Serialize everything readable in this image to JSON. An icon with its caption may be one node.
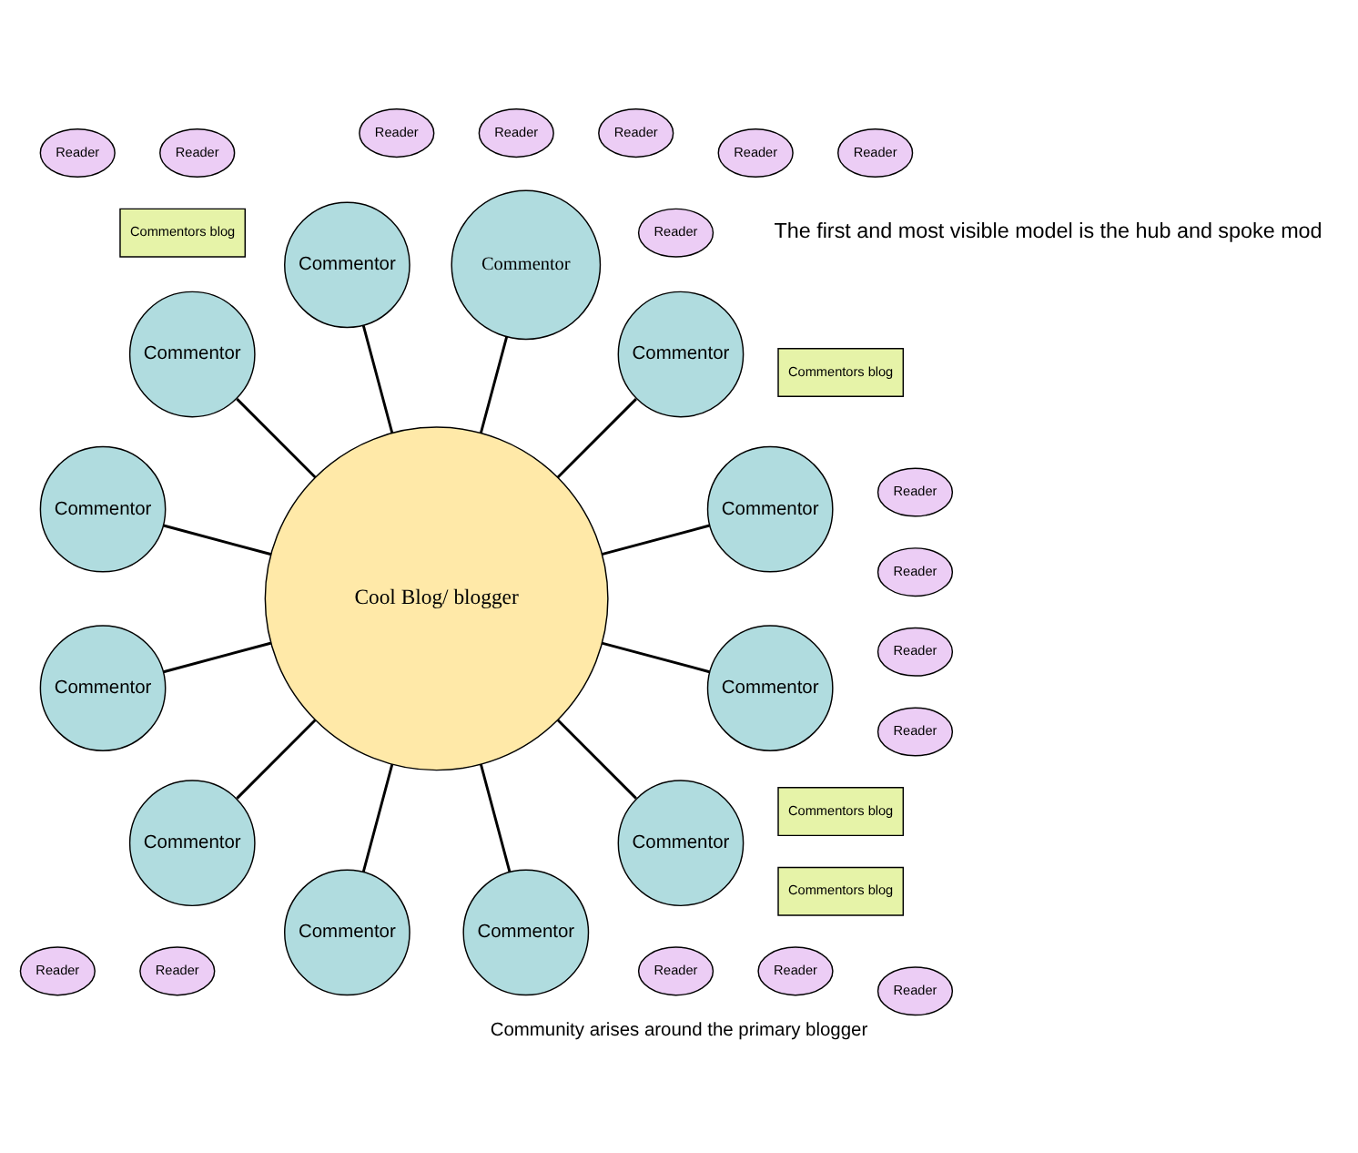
{
  "diagram": {
    "caption": "Community arises around the primary blogger",
    "nodes": [
      {
        "text": [
          "Cool Blog/ blogger"
        ]
      },
      {
        "text": [
          "Commentor"
        ]
      },
      {
        "text": [
          "Commentor"
        ]
      },
      {
        "text": [
          "Commentor"
        ]
      },
      {
        "text": [
          "Commentor"
        ]
      },
      {
        "text": [
          "Commentor"
        ]
      },
      {
        "text": [
          "Commentor"
        ]
      },
      {
        "text": [
          "Commentor"
        ]
      },
      {
        "text": [
          "Commentor"
        ]
      },
      {
        "text": [
          "Commentor"
        ]
      },
      {
        "text": [
          "Commentor"
        ]
      },
      {
        "text": [
          "Commentor"
        ]
      },
      {
        "text": [
          "Commentor"
        ]
      },
      {
        "text": [
          "Commentors blog"
        ]
      },
      {
        "text": [
          "Commentors blog"
        ]
      },
      {
        "text": [
          "Commentors blog"
        ]
      },
      {
        "text": [
          "Commentors blog"
        ]
      },
      {
        "text": [
          "Reader"
        ]
      },
      {
        "text": [
          "Reader"
        ]
      },
      {
        "text": [
          "Reader"
        ]
      },
      {
        "text": [
          "Reader"
        ]
      },
      {
        "text": [
          "Reader"
        ]
      },
      {
        "text": [
          "Reader"
        ]
      },
      {
        "text": [
          "Reader"
        ]
      },
      {
        "text": [
          "Reader"
        ]
      },
      {
        "text": [
          "Reader"
        ]
      },
      {
        "text": [
          "Reader"
        ]
      },
      {
        "text": [
          "Reader"
        ]
      },
      {
        "text": [
          "Reader"
        ]
      },
      {
        "text": [
          "Reader"
        ]
      },
      {
        "text": [
          "Reader"
        ]
      },
      {
        "text": [
          "Reader"
        ]
      },
      {
        "text": [
          "Reader"
        ]
      },
      {
        "text": [
          "Reader"
        ]
      }
    ],
    "edges": [
      {
        "from": 0,
        "to": 1,
        "arrow": "none"
      },
      {
        "from": 0,
        "to": 2,
        "arrow": "none"
      },
      {
        "from": 0,
        "to": 3,
        "arrow": "none"
      },
      {
        "from": 0,
        "to": 4,
        "arrow": "none"
      },
      {
        "from": 0,
        "to": 5,
        "arrow": "none"
      },
      {
        "from": 0,
        "to": 6,
        "arrow": "none"
      },
      {
        "from": 0,
        "to": 7,
        "arrow": "none"
      },
      {
        "from": 0,
        "to": 8,
        "arrow": "none"
      },
      {
        "from": 0,
        "to": 9,
        "arrow": "none"
      },
      {
        "from": 0,
        "to": 10,
        "arrow": "none"
      },
      {
        "from": 0,
        "to": 11,
        "arrow": "none"
      },
      {
        "from": 0,
        "to": 12,
        "arrow": "none"
      }
    ],
    "labels": [
      "The first and most visible model is the hub and spoke mod"
    ]
  }
}
